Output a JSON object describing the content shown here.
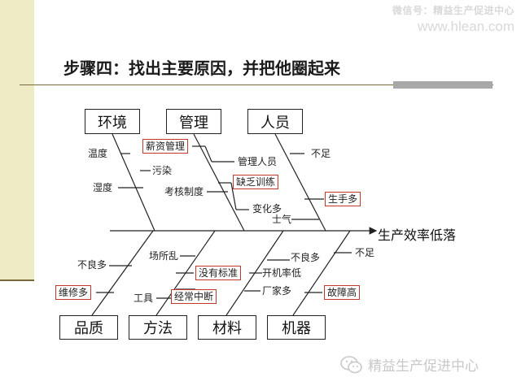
{
  "watermark": {
    "line1": "微信号：精益生产促进中心",
    "line2": "www.hlean.com",
    "bottom": "精益生产促进中心"
  },
  "title": "步骤四：找出主要原因，并把他圈起来",
  "effect": "生产效率低落",
  "categories": {
    "top": [
      "环境",
      "管理",
      "人员"
    ],
    "bottom": [
      "品质",
      "方法",
      "材料",
      "机器"
    ]
  },
  "causes": {
    "env_1": "温度",
    "env_2": "污染",
    "env_3": "湿度",
    "mgmt_1": "薪资管理",
    "mgmt_2": "考核制度",
    "mgmt_3": "管理人员",
    "mgmt_4": "缺乏训练",
    "mgmt_5": "变化多",
    "person_1": "不足",
    "person_2": "生手多",
    "person_3": "士气",
    "qual_1": "不良多",
    "qual_2": "维修多",
    "meth_1": "场所乱",
    "meth_2": "没有标准",
    "meth_3": "工具",
    "meth_4": "经常中断",
    "mat_1": "不良多",
    "mat_2": "开机率低",
    "mat_3": "厂家多",
    "mach_1": "不足",
    "mach_2": "故障高"
  },
  "colors": {
    "highlight": "#c0392b",
    "line": "#222222",
    "sidebar": "#eeeac4"
  }
}
